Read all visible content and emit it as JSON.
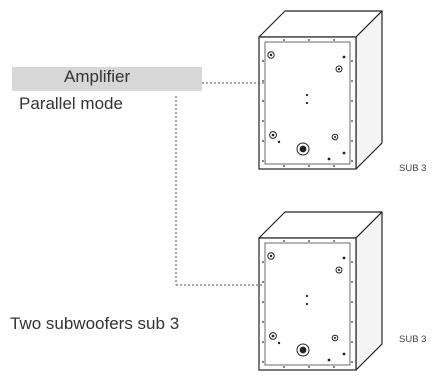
{
  "amplifier": {
    "title": "Amplifier",
    "mode": "Parallel mode"
  },
  "subwoofers": [
    {
      "label": "SUB 3",
      "icon": "subwoofer-cabinet-icon"
    },
    {
      "label": "SUB 3",
      "icon": "subwoofer-cabinet-icon"
    }
  ],
  "caption": "Two subwoofers sub 3",
  "colors": {
    "amplifier_box": "#d7d7d7",
    "line": "#555555",
    "cabinet_face": "#ffffff",
    "cabinet_side": "#f4f4f4",
    "cabinet_outline": "#222222"
  }
}
